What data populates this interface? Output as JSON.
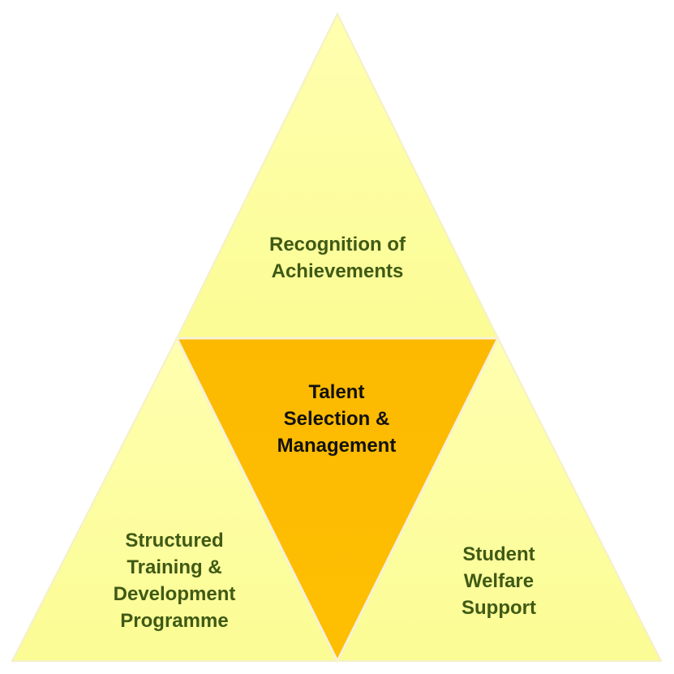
{
  "colors": {
    "outer_fill": "#feff9c",
    "center_fill": "#fdbf00",
    "outer_text": "#3f5a14",
    "center_text": "#111111"
  },
  "segments": {
    "top": {
      "lines": [
        "Recognition of",
        "Achievements"
      ]
    },
    "center": {
      "lines": [
        "Talent",
        "Selection &",
        "Management"
      ]
    },
    "bottom_left": {
      "lines": [
        "Structured",
        "Training &",
        "Development",
        "Programme"
      ]
    },
    "bottom_right": {
      "lines": [
        "Student",
        "Welfare",
        "Support"
      ]
    }
  }
}
